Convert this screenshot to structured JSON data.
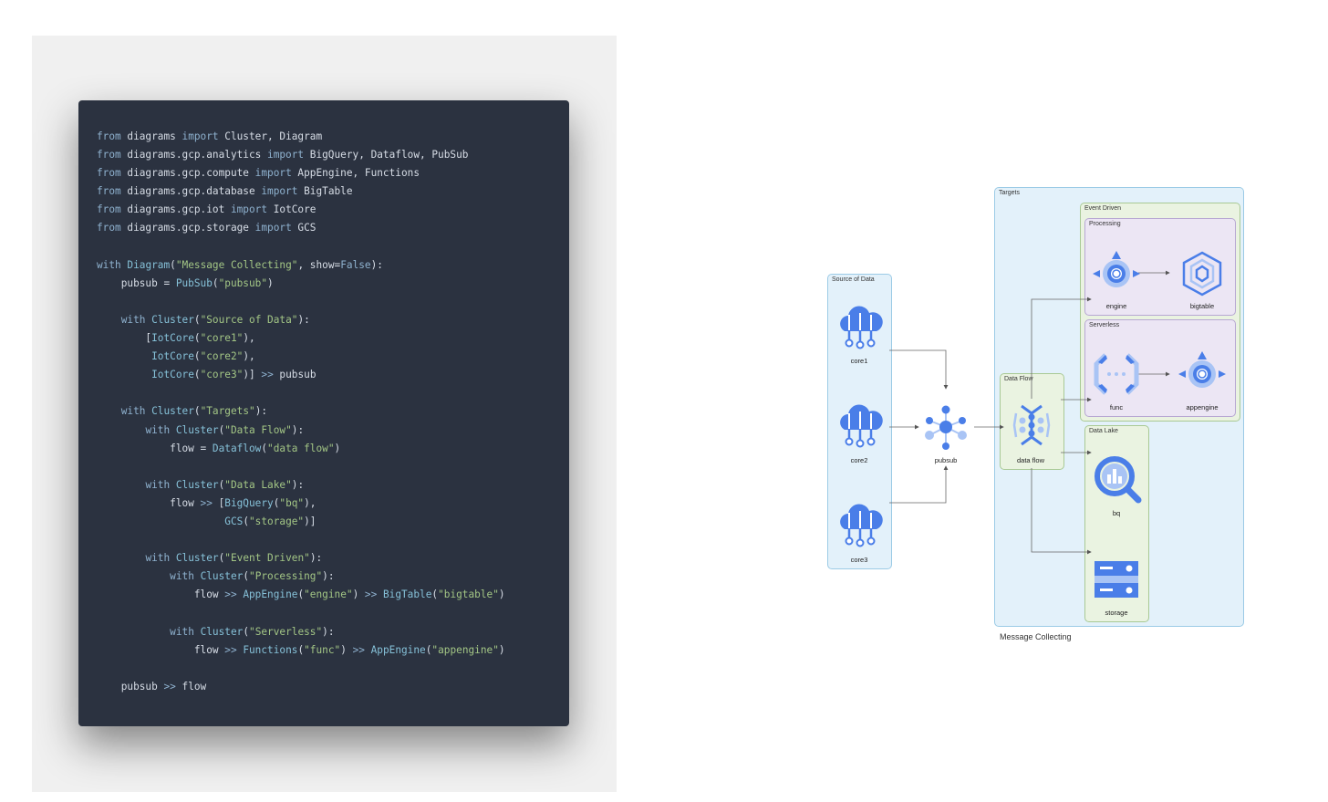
{
  "code": {
    "lines": [
      [
        [
          "kw",
          "from"
        ],
        [
          "txt",
          " diagrams "
        ],
        [
          "kw",
          "import"
        ],
        [
          "txt",
          " Cluster, Diagram"
        ]
      ],
      [
        [
          "kw",
          "from"
        ],
        [
          "txt",
          " diagrams.gcp.analytics "
        ],
        [
          "kw",
          "import"
        ],
        [
          "txt",
          " BigQuery, Dataflow, PubSub"
        ]
      ],
      [
        [
          "kw",
          "from"
        ],
        [
          "txt",
          " diagrams.gcp.compute "
        ],
        [
          "kw",
          "import"
        ],
        [
          "txt",
          " AppEngine, Functions"
        ]
      ],
      [
        [
          "kw",
          "from"
        ],
        [
          "txt",
          " diagrams.gcp.database "
        ],
        [
          "kw",
          "import"
        ],
        [
          "txt",
          " BigTable"
        ]
      ],
      [
        [
          "kw",
          "from"
        ],
        [
          "txt",
          " diagrams.gcp.iot "
        ],
        [
          "kw",
          "import"
        ],
        [
          "txt",
          " IotCore"
        ]
      ],
      [
        [
          "kw",
          "from"
        ],
        [
          "txt",
          " diagrams.gcp.storage "
        ],
        [
          "kw",
          "import"
        ],
        [
          "txt",
          " GCS"
        ]
      ],
      [],
      [
        [
          "kw",
          "with"
        ],
        [
          "txt",
          " "
        ],
        [
          "cls",
          "Diagram"
        ],
        [
          "txt",
          "("
        ],
        [
          "str",
          "\"Message Collecting\""
        ],
        [
          "txt",
          ", show="
        ],
        [
          "kw",
          "False"
        ],
        [
          "txt",
          "):"
        ]
      ],
      [
        [
          "txt",
          "    pubsub = "
        ],
        [
          "cls",
          "PubSub"
        ],
        [
          "txt",
          "("
        ],
        [
          "str",
          "\"pubsub\""
        ],
        [
          "txt",
          ")"
        ]
      ],
      [],
      [
        [
          "txt",
          "    "
        ],
        [
          "kw",
          "with"
        ],
        [
          "txt",
          " "
        ],
        [
          "cls",
          "Cluster"
        ],
        [
          "txt",
          "("
        ],
        [
          "str",
          "\"Source of Data\""
        ],
        [
          "txt",
          "):"
        ]
      ],
      [
        [
          "txt",
          "        ["
        ],
        [
          "cls",
          "IotCore"
        ],
        [
          "txt",
          "("
        ],
        [
          "str",
          "\"core1\""
        ],
        [
          "txt",
          "),"
        ]
      ],
      [
        [
          "txt",
          "         "
        ],
        [
          "cls",
          "IotCore"
        ],
        [
          "txt",
          "("
        ],
        [
          "str",
          "\"core2\""
        ],
        [
          "txt",
          "),"
        ]
      ],
      [
        [
          "txt",
          "         "
        ],
        [
          "cls",
          "IotCore"
        ],
        [
          "txt",
          "("
        ],
        [
          "str",
          "\"core3\""
        ],
        [
          "txt",
          ")] "
        ],
        [
          "op",
          ">>"
        ],
        [
          "txt",
          " pubsub"
        ]
      ],
      [],
      [
        [
          "txt",
          "    "
        ],
        [
          "kw",
          "with"
        ],
        [
          "txt",
          " "
        ],
        [
          "cls",
          "Cluster"
        ],
        [
          "txt",
          "("
        ],
        [
          "str",
          "\"Targets\""
        ],
        [
          "txt",
          "):"
        ]
      ],
      [
        [
          "txt",
          "        "
        ],
        [
          "kw",
          "with"
        ],
        [
          "txt",
          " "
        ],
        [
          "cls",
          "Cluster"
        ],
        [
          "txt",
          "("
        ],
        [
          "str",
          "\"Data Flow\""
        ],
        [
          "txt",
          "):"
        ]
      ],
      [
        [
          "txt",
          "            flow = "
        ],
        [
          "cls",
          "Dataflow"
        ],
        [
          "txt",
          "("
        ],
        [
          "str",
          "\"data flow\""
        ],
        [
          "txt",
          ")"
        ]
      ],
      [],
      [
        [
          "txt",
          "        "
        ],
        [
          "kw",
          "with"
        ],
        [
          "txt",
          " "
        ],
        [
          "cls",
          "Cluster"
        ],
        [
          "txt",
          "("
        ],
        [
          "str",
          "\"Data Lake\""
        ],
        [
          "txt",
          "):"
        ]
      ],
      [
        [
          "txt",
          "            flow "
        ],
        [
          "op",
          ">>"
        ],
        [
          "txt",
          " ["
        ],
        [
          "cls",
          "BigQuery"
        ],
        [
          "txt",
          "("
        ],
        [
          "str",
          "\"bq\""
        ],
        [
          "txt",
          "),"
        ]
      ],
      [
        [
          "txt",
          "                     "
        ],
        [
          "cls",
          "GCS"
        ],
        [
          "txt",
          "("
        ],
        [
          "str",
          "\"storage\""
        ],
        [
          "txt",
          ")]"
        ]
      ],
      [],
      [
        [
          "txt",
          "        "
        ],
        [
          "kw",
          "with"
        ],
        [
          "txt",
          " "
        ],
        [
          "cls",
          "Cluster"
        ],
        [
          "txt",
          "("
        ],
        [
          "str",
          "\"Event Driven\""
        ],
        [
          "txt",
          "):"
        ]
      ],
      [
        [
          "txt",
          "            "
        ],
        [
          "kw",
          "with"
        ],
        [
          "txt",
          " "
        ],
        [
          "cls",
          "Cluster"
        ],
        [
          "txt",
          "("
        ],
        [
          "str",
          "\"Processing\""
        ],
        [
          "txt",
          "):"
        ]
      ],
      [
        [
          "txt",
          "                flow "
        ],
        [
          "op",
          ">>"
        ],
        [
          "txt",
          " "
        ],
        [
          "cls",
          "AppEngine"
        ],
        [
          "txt",
          "("
        ],
        [
          "str",
          "\"engine\""
        ],
        [
          "txt",
          ") "
        ],
        [
          "op",
          ">>"
        ],
        [
          "txt",
          " "
        ],
        [
          "cls",
          "BigTable"
        ],
        [
          "txt",
          "("
        ],
        [
          "str",
          "\"bigtable\""
        ],
        [
          "txt",
          ")"
        ]
      ],
      [],
      [
        [
          "txt",
          "            "
        ],
        [
          "kw",
          "with"
        ],
        [
          "txt",
          " "
        ],
        [
          "cls",
          "Cluster"
        ],
        [
          "txt",
          "("
        ],
        [
          "str",
          "\"Serverless\""
        ],
        [
          "txt",
          "):"
        ]
      ],
      [
        [
          "txt",
          "                flow "
        ],
        [
          "op",
          ">>"
        ],
        [
          "txt",
          " "
        ],
        [
          "cls",
          "Functions"
        ],
        [
          "txt",
          "("
        ],
        [
          "str",
          "\"func\""
        ],
        [
          "txt",
          ") "
        ],
        [
          "op",
          ">>"
        ],
        [
          "txt",
          " "
        ],
        [
          "cls",
          "AppEngine"
        ],
        [
          "txt",
          "("
        ],
        [
          "str",
          "\"appengine\""
        ],
        [
          "txt",
          ")"
        ]
      ],
      [],
      [
        [
          "txt",
          "    pubsub "
        ],
        [
          "op",
          ">>"
        ],
        [
          "txt",
          " flow"
        ]
      ]
    ]
  },
  "diagram": {
    "title": "Message Collecting",
    "clusters": {
      "source": "Source of Data",
      "targets": "Targets",
      "dataflow": "Data Flow",
      "datalake": "Data Lake",
      "event": "Event Driven",
      "processing": "Processing",
      "serverless": "Serverless"
    },
    "nodes": {
      "core1": "core1",
      "core2": "core2",
      "core3": "core3",
      "pubsub": "pubsub",
      "dataflow": "data flow",
      "engine": "engine",
      "bigtable": "bigtable",
      "func": "func",
      "appengine": "appengine",
      "bq": "bq",
      "storage": "storage"
    },
    "colors": {
      "gcp_blue": "#4a7ee8",
      "gcp_light_blue": "#a9c4f5",
      "targets_bg": "#e3f1fa",
      "source_bg": "#e3f1fa",
      "green_bg": "#eaf3e1",
      "purple_bg": "#ece6f4"
    }
  }
}
